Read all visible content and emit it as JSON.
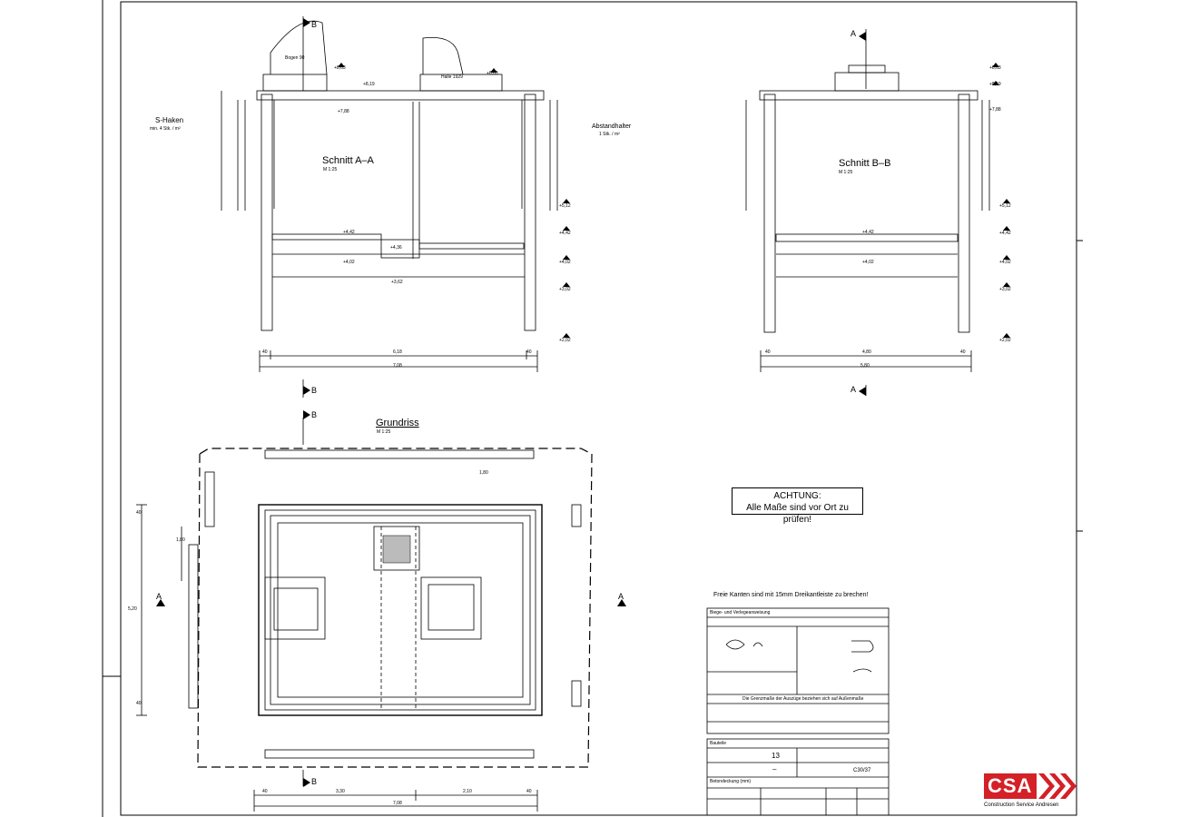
{
  "drawing": {
    "section_aa": {
      "title": "Schnitt A–A",
      "scale": "M 1:25"
    },
    "section_bb": {
      "title": "Schnitt B–B",
      "scale": "M 1:25"
    },
    "plan": {
      "title": "Grundriss",
      "scale": "M 1:25"
    },
    "s_haken": {
      "title": "S-Haken",
      "spec": "min. 4 Stk. / m²"
    },
    "abstandhalter": {
      "title": "Abstandhalter",
      "spec": "1 Stk. / m²"
    },
    "section_markers": {
      "a": "A",
      "b": "B"
    },
    "openings": {
      "left": "Bogen 90",
      "right": "Halle 1929"
    },
    "levels_aa": [
      "+8,63",
      "+8,19",
      "+7,88",
      "+4,42",
      "+4,02",
      "+3,62",
      "+5,12",
      "+4,42",
      "+4,02",
      "+3,02",
      "+2,02",
      "+4,36"
    ],
    "levels_bb": [
      "+8,63",
      "+8,19",
      "+7,88",
      "+5,12",
      "+4,42",
      "+4,02",
      "+3,02",
      "+2,02",
      "+4,42",
      "+4,02"
    ],
    "dims_aa": [
      "40",
      "6,18",
      "40",
      "7,08"
    ],
    "dims_bb": [
      "40",
      "4,80",
      "40",
      "5,80"
    ],
    "dims_plan": [
      "40",
      "3,30",
      "2,10",
      "40",
      "7,08",
      "1,80",
      "1,80",
      "5,20",
      "40",
      "40"
    ]
  },
  "notice": {
    "line1": "ACHTUNG:",
    "line2": "Alle Maße sind vor Ort zu prüfen!"
  },
  "legend": {
    "header": "Freie Kanten sind mit 15mm Dreikantleiste zu brechen!",
    "bending_title": "Biege- und Verlegeanweisung",
    "note": "Die Grenzmaße der Auszüge beziehen sich auf Außenmaße",
    "bauteile_label": "Bauteile",
    "steel_qty": "13",
    "dash": "–",
    "code": "C30/37",
    "cover_title": "Betondeckung (mm)"
  },
  "logo": {
    "brand": "CSA",
    "subtitle": "Construction Service Andresen",
    "color": "#d42027"
  }
}
